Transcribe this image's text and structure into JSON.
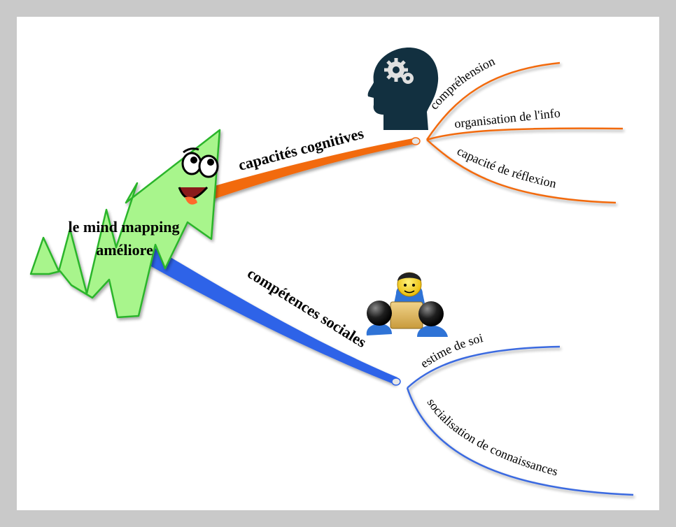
{
  "central_topic": {
    "line1": "le mind mapping",
    "line2": "améliore"
  },
  "branches": [
    {
      "label": "capacités cognitives",
      "color": "#f26a10",
      "icon": "head-gears-icon",
      "subtopics": [
        "compréhension",
        "organisation de l'info",
        "capacité de réflexion"
      ]
    },
    {
      "label": "compétences sociales",
      "color": "#2e63e8",
      "icon": "group-people-icon",
      "subtopics": [
        "estime de soi",
        "socialisation de connaissances"
      ]
    }
  ],
  "colors": {
    "arrow_fill": "#a8f58c",
    "arrow_stroke": "#2bb52b",
    "head_fill": "#123040",
    "frame": "#c9c9c9"
  }
}
